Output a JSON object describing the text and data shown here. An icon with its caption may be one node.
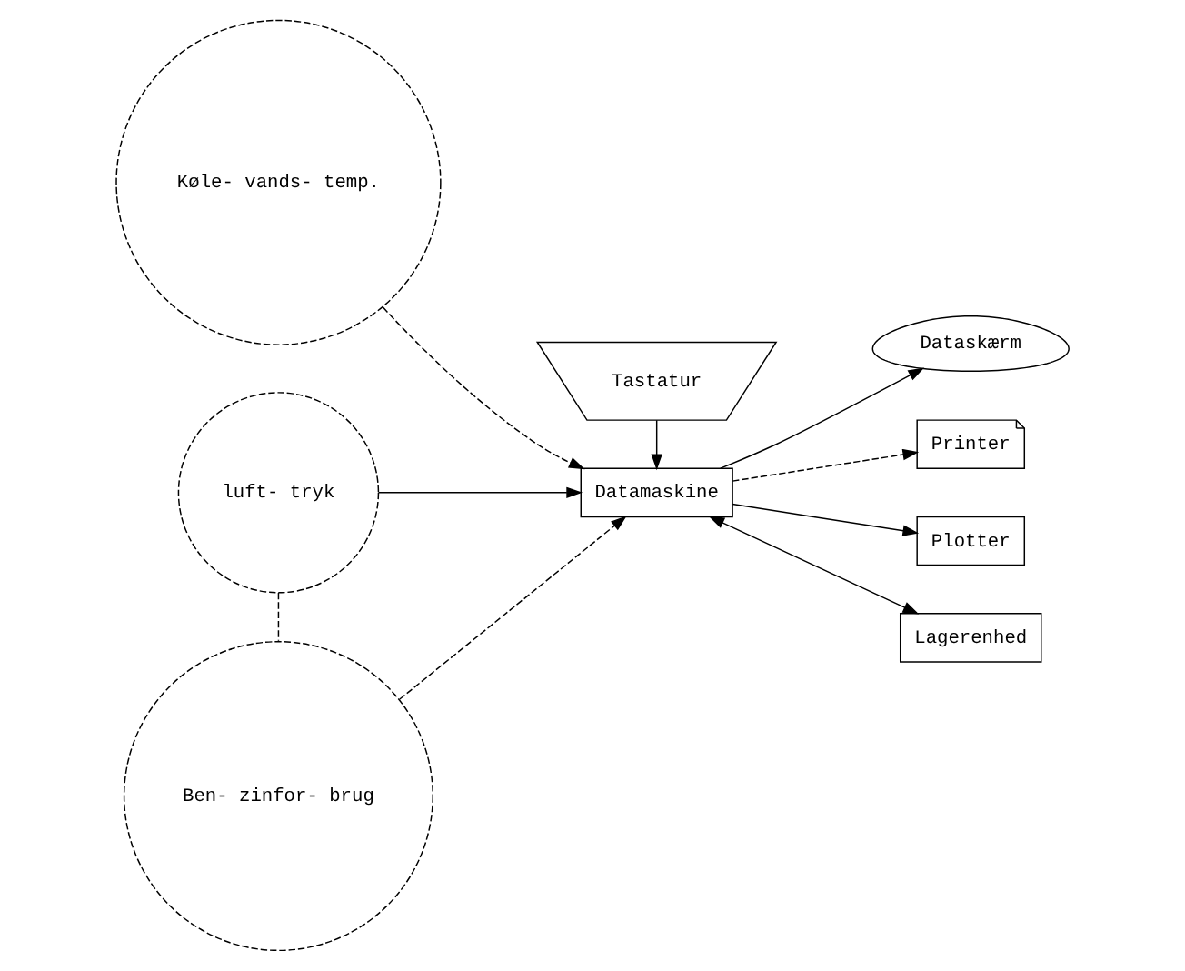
{
  "diagram": {
    "nodes": [
      {
        "text": [
          "Tastatur"
        ]
      },
      {
        "text": [
          "Dataskærm"
        ]
      },
      {
        "text": [
          "Køle- vands- temp."
        ]
      },
      {
        "text": [
          "Printer"
        ]
      },
      {
        "text": [
          "luft- tryk"
        ]
      },
      {
        "text": [
          "Datamaskine"
        ]
      },
      {
        "text": [
          "Plotter"
        ]
      },
      {
        "text": [
          "Lagerenhed"
        ]
      },
      {
        "text": [
          "Ben- zinfor- brug"
        ]
      }
    ],
    "edges": [
      {
        "from": 0,
        "to": 5,
        "arrow": "to"
      },
      {
        "from": 5,
        "to": 1,
        "arrow": "to"
      },
      {
        "from": 2,
        "to": 5,
        "arrow": "to",
        "style": "dashed"
      },
      {
        "from": 4,
        "to": 5,
        "arrow": "to"
      },
      {
        "from": 8,
        "to": 5,
        "arrow": "to",
        "style": "dashed"
      },
      {
        "from": 5,
        "to": 3,
        "arrow": "to",
        "style": "dashed"
      },
      {
        "from": 5,
        "to": 6,
        "arrow": "to"
      },
      {
        "from": 5,
        "to": 7,
        "arrow": "both"
      },
      {
        "from": 4,
        "to": 8,
        "arrow": "none",
        "style": "dashed"
      }
    ]
  }
}
